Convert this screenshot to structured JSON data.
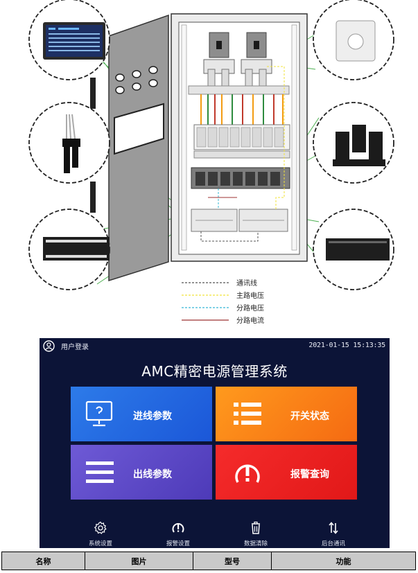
{
  "diagram": {
    "legend": [
      {
        "label": "通讯线",
        "color": "#555555",
        "style": "dashed"
      },
      {
        "label": "主路电压",
        "color": "#f2e33a",
        "style": "dashed"
      },
      {
        "label": "分路电压",
        "color": "#35b8d6",
        "style": "dashed"
      },
      {
        "label": "分路电流",
        "color": "#9c3030",
        "style": "solid"
      }
    ],
    "callouts": [
      "hmi-touchscreen",
      "connector-cable",
      "io-module",
      "current-transformer",
      "split-core-ct",
      "meter-module"
    ]
  },
  "hmi": {
    "user_label": "用户登录",
    "datetime": "2021-01-15  15:13:35",
    "title": "AMC精密电源管理系统",
    "tiles": {
      "incoming": "进线参数",
      "switch_status": "开关状态",
      "outgoing": "出线参数",
      "alarm_query": "报警查询"
    },
    "tile_colors": {
      "incoming": "#2d7be9",
      "switch_status": "#ff9a1d",
      "outgoing": "#6e5ad6",
      "alarm_query": "#f52b2b"
    },
    "bottom": {
      "system_settings": "系统设置",
      "alarm_settings": "报警设置",
      "data_clear": "数据清除",
      "backend_comm": "后台通讯"
    },
    "background": "#0c1437"
  },
  "table": {
    "headers": [
      "名称",
      "图片",
      "型号",
      "功能"
    ]
  }
}
